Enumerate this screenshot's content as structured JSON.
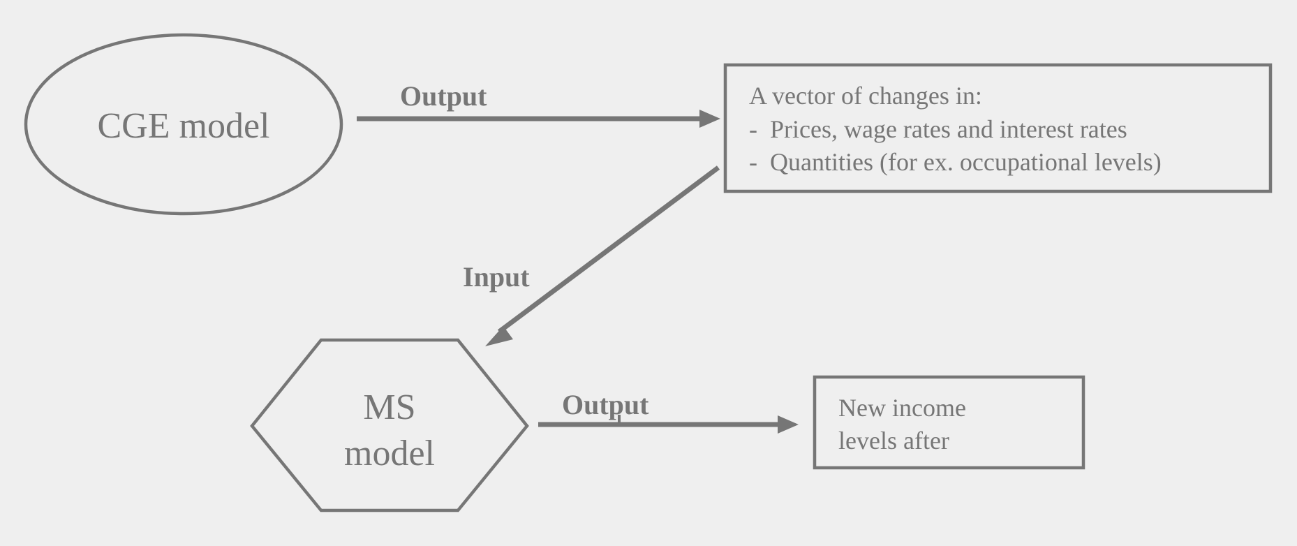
{
  "nodes": {
    "cge": {
      "label": "CGE model"
    },
    "vector": {
      "title": "A vector of changes in:",
      "items": [
        "-  Prices, wage rates and interest rates",
        "-  Quantities (for ex. occupational levels)"
      ]
    },
    "ms": {
      "label_line1": "MS",
      "label_line2": "model"
    },
    "income": {
      "line1": "New income",
      "line2": "levels after"
    }
  },
  "edges": {
    "cge_to_vector": {
      "label": "Output"
    },
    "vector_to_ms": {
      "label": "Input"
    },
    "ms_to_income": {
      "label": "Output"
    }
  },
  "colors": {
    "background": "#efefef",
    "stroke": "#767676",
    "text": "#767676"
  }
}
